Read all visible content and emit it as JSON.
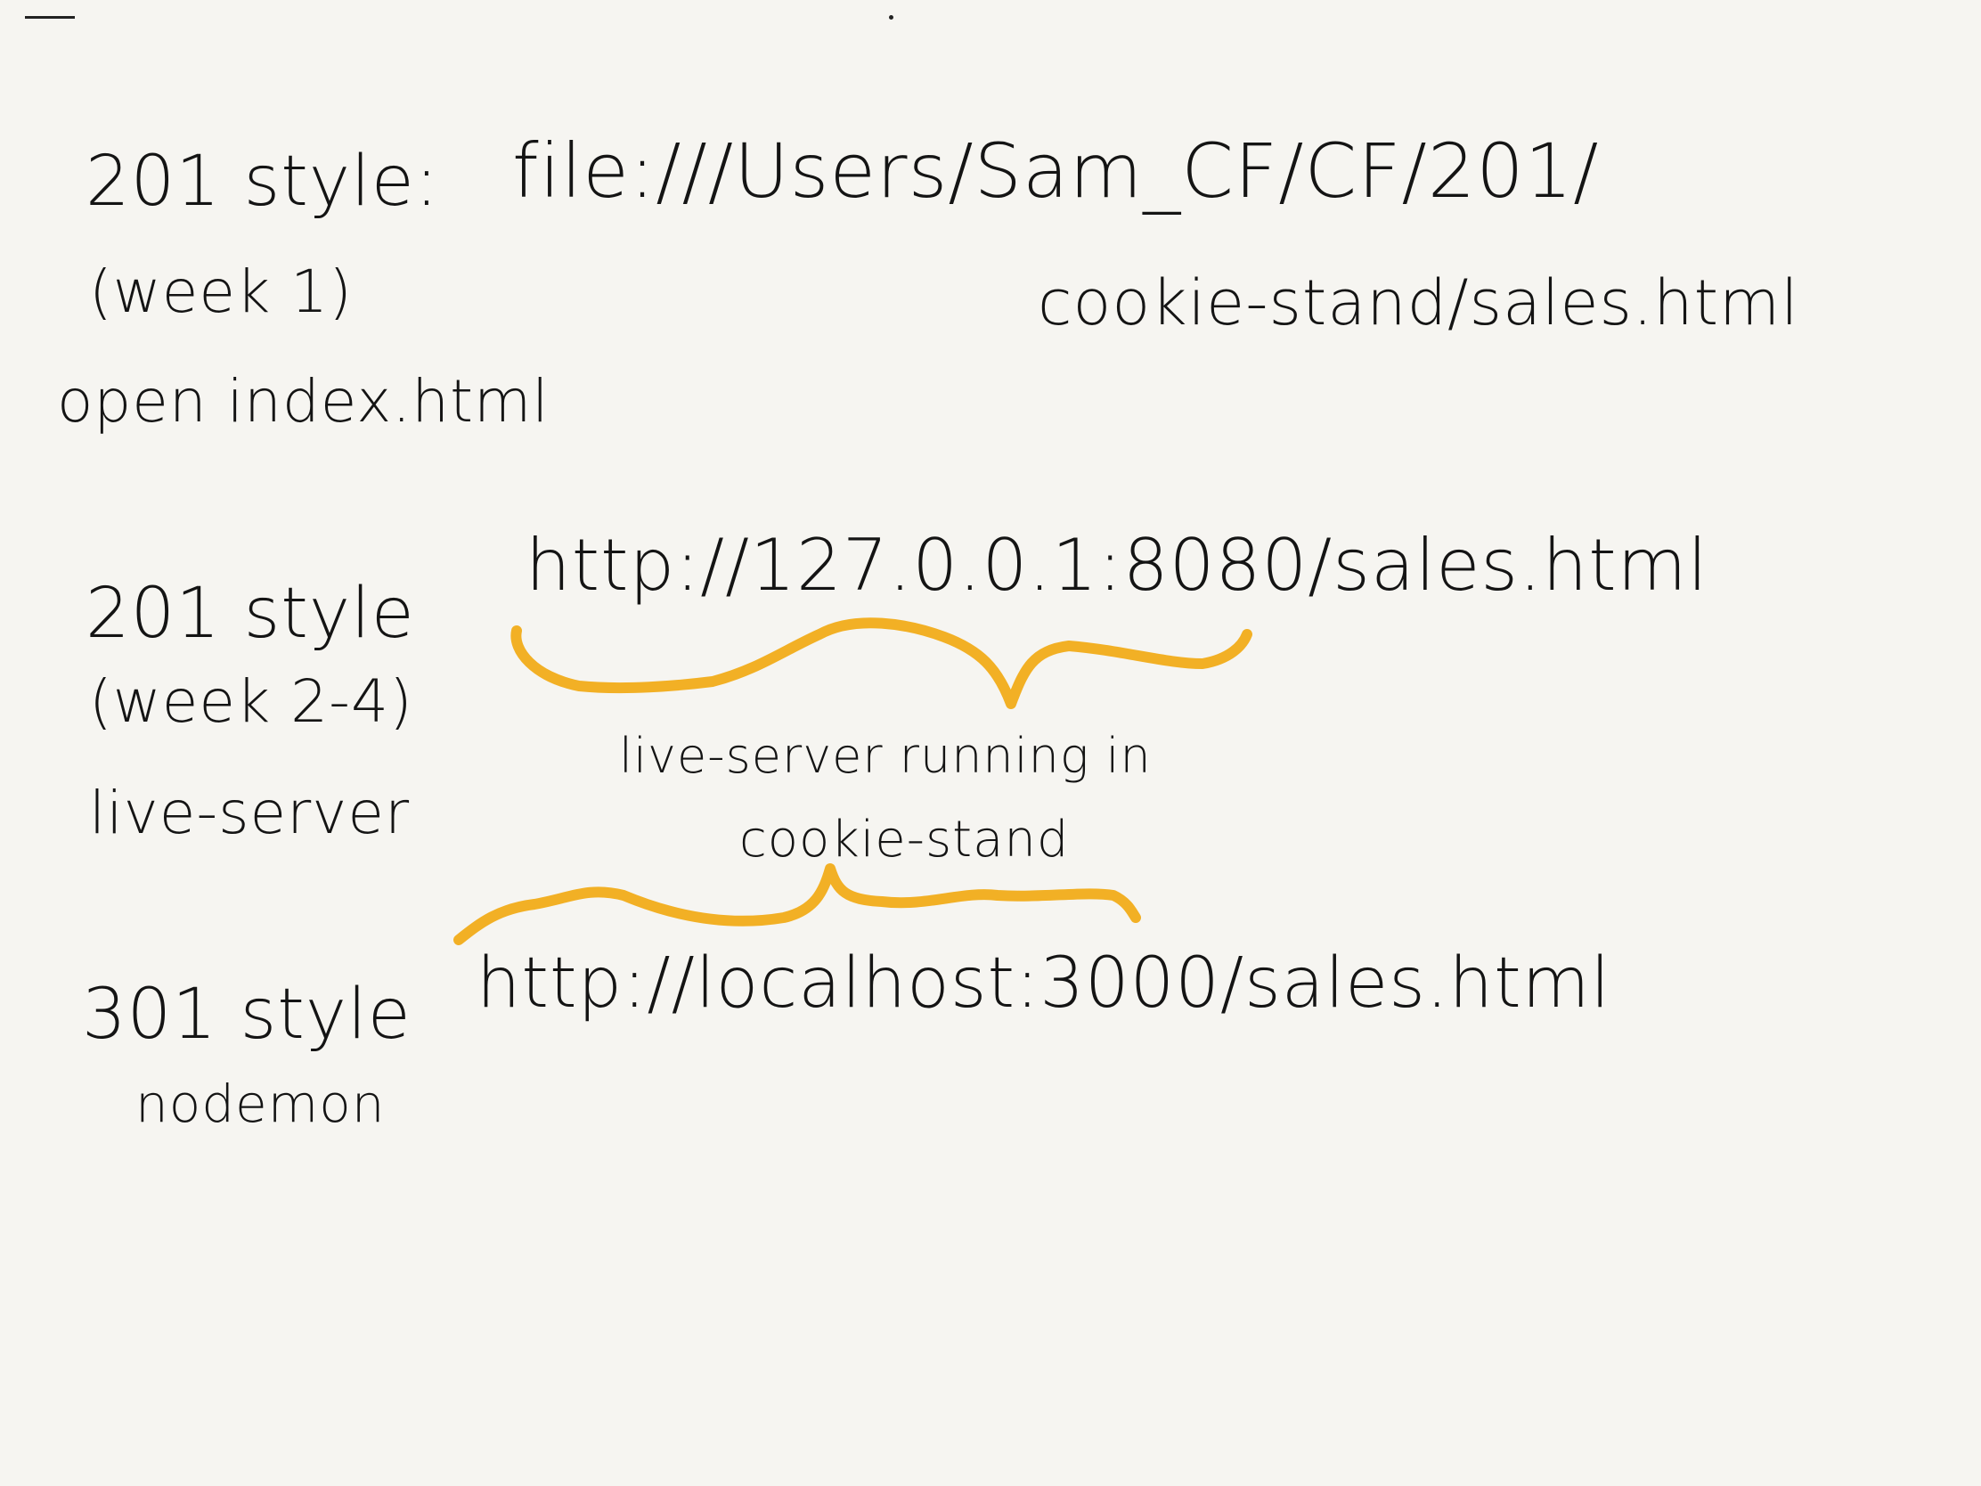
{
  "notes": {
    "section_201_week1": {
      "style_label": "201 style:",
      "week_label": "(week 1)",
      "method_label": "open index.html",
      "url_line1": "file:///Users/Sam_CF/CF/201/",
      "url_line2": "cookie-stand/sales.html"
    },
    "section_201_week24": {
      "style_label": "201 style",
      "week_label": "(week 2-4)",
      "method_label": "live-server",
      "url": "http://127.0.0.1:8080/sales.html",
      "brace_note_line1": "live-server running in",
      "brace_note_line2": "cookie-stand"
    },
    "section_301": {
      "style_label": "301 style",
      "method_label": "nodemon",
      "url": "http://localhost:3000/sales.html"
    }
  },
  "colors": {
    "background": "#f6f5f1",
    "ink": "#141414",
    "highlight": "#f2b025"
  }
}
